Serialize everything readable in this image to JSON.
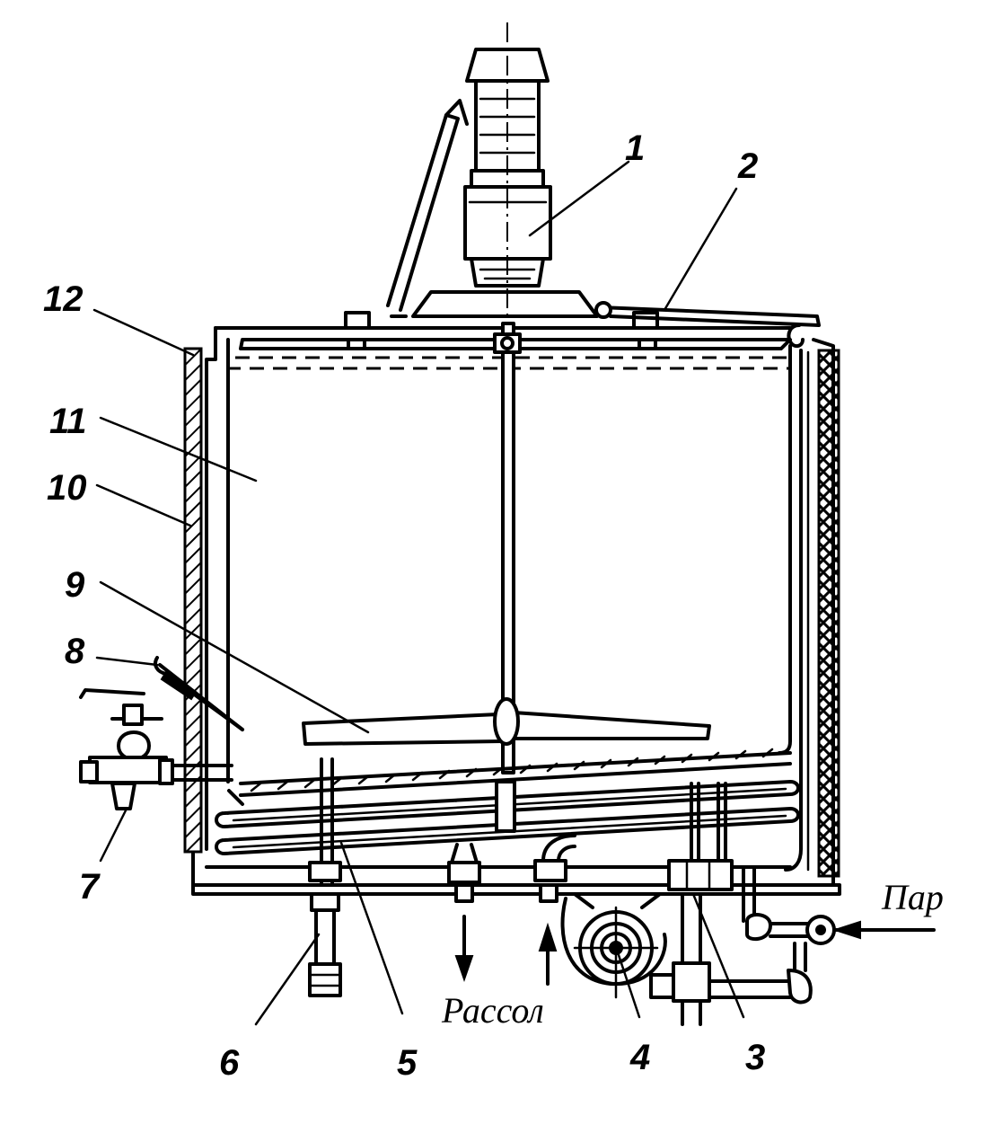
{
  "labels": {
    "l1": "1",
    "l2": "2",
    "l3": "3",
    "l4": "4",
    "l5": "5",
    "l6": "6",
    "l7": "7",
    "l8": "8",
    "l9": "9",
    "l10": "10",
    "l11": "11",
    "l12": "12"
  },
  "flows": {
    "brine": "Рассол",
    "steam": "Пар"
  }
}
